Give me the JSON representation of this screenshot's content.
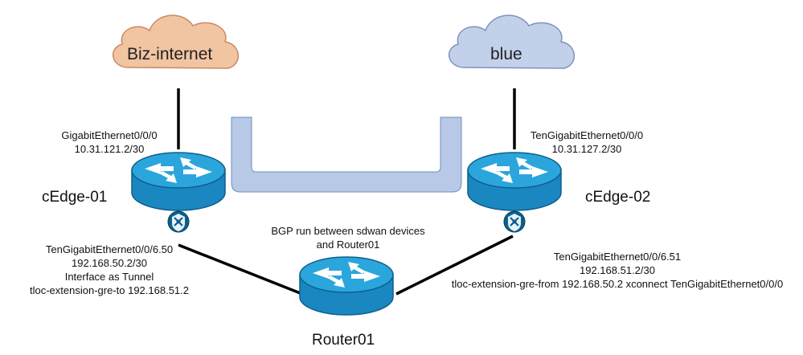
{
  "clouds": {
    "left": {
      "label": "Biz-internet",
      "fill": "#f1c4a2",
      "stroke": "#c98a63"
    },
    "right": {
      "label": "blue",
      "fill": "#c2d0ea",
      "stroke": "#7d93be"
    }
  },
  "devices": {
    "edge1": "cEdge-01",
    "edge2": "cEdge-02",
    "router": "Router01"
  },
  "interfaces": {
    "edge1_wan": {
      "name": "GigabitEthernet0/0/0",
      "ip": "10.31.121.2/30"
    },
    "edge2_wan": {
      "name": "TenGigabitEthernet0/0/0",
      "ip": "10.31.127.2/30"
    },
    "edge1_lan": {
      "name": "TenGigabitEthernet0/0/6.50",
      "ip": "192.168.50.2/30",
      "note1": "Interface as Tunnel",
      "note2": "tloc-extension-gre-to 192.168.51.2"
    },
    "edge2_lan": {
      "name": "TenGigabitEthernet0/0/6.51",
      "ip": "192.168.51.2/30",
      "note1": "tloc-extension-gre-from 192.168.50.2 xconnect TenGigabitEthernet0/0/0"
    }
  },
  "bgp_note": {
    "line1": "BGP run between sdwan devices",
    "line2": "and Router01"
  },
  "colors": {
    "router_body": "#1a87c0",
    "router_top": "#2aa6dc",
    "router_dark": "#0f5f8c",
    "tunnel_fill": "#b7c9e6",
    "tunnel_stroke": "#6f8fbf",
    "line": "#000000"
  }
}
